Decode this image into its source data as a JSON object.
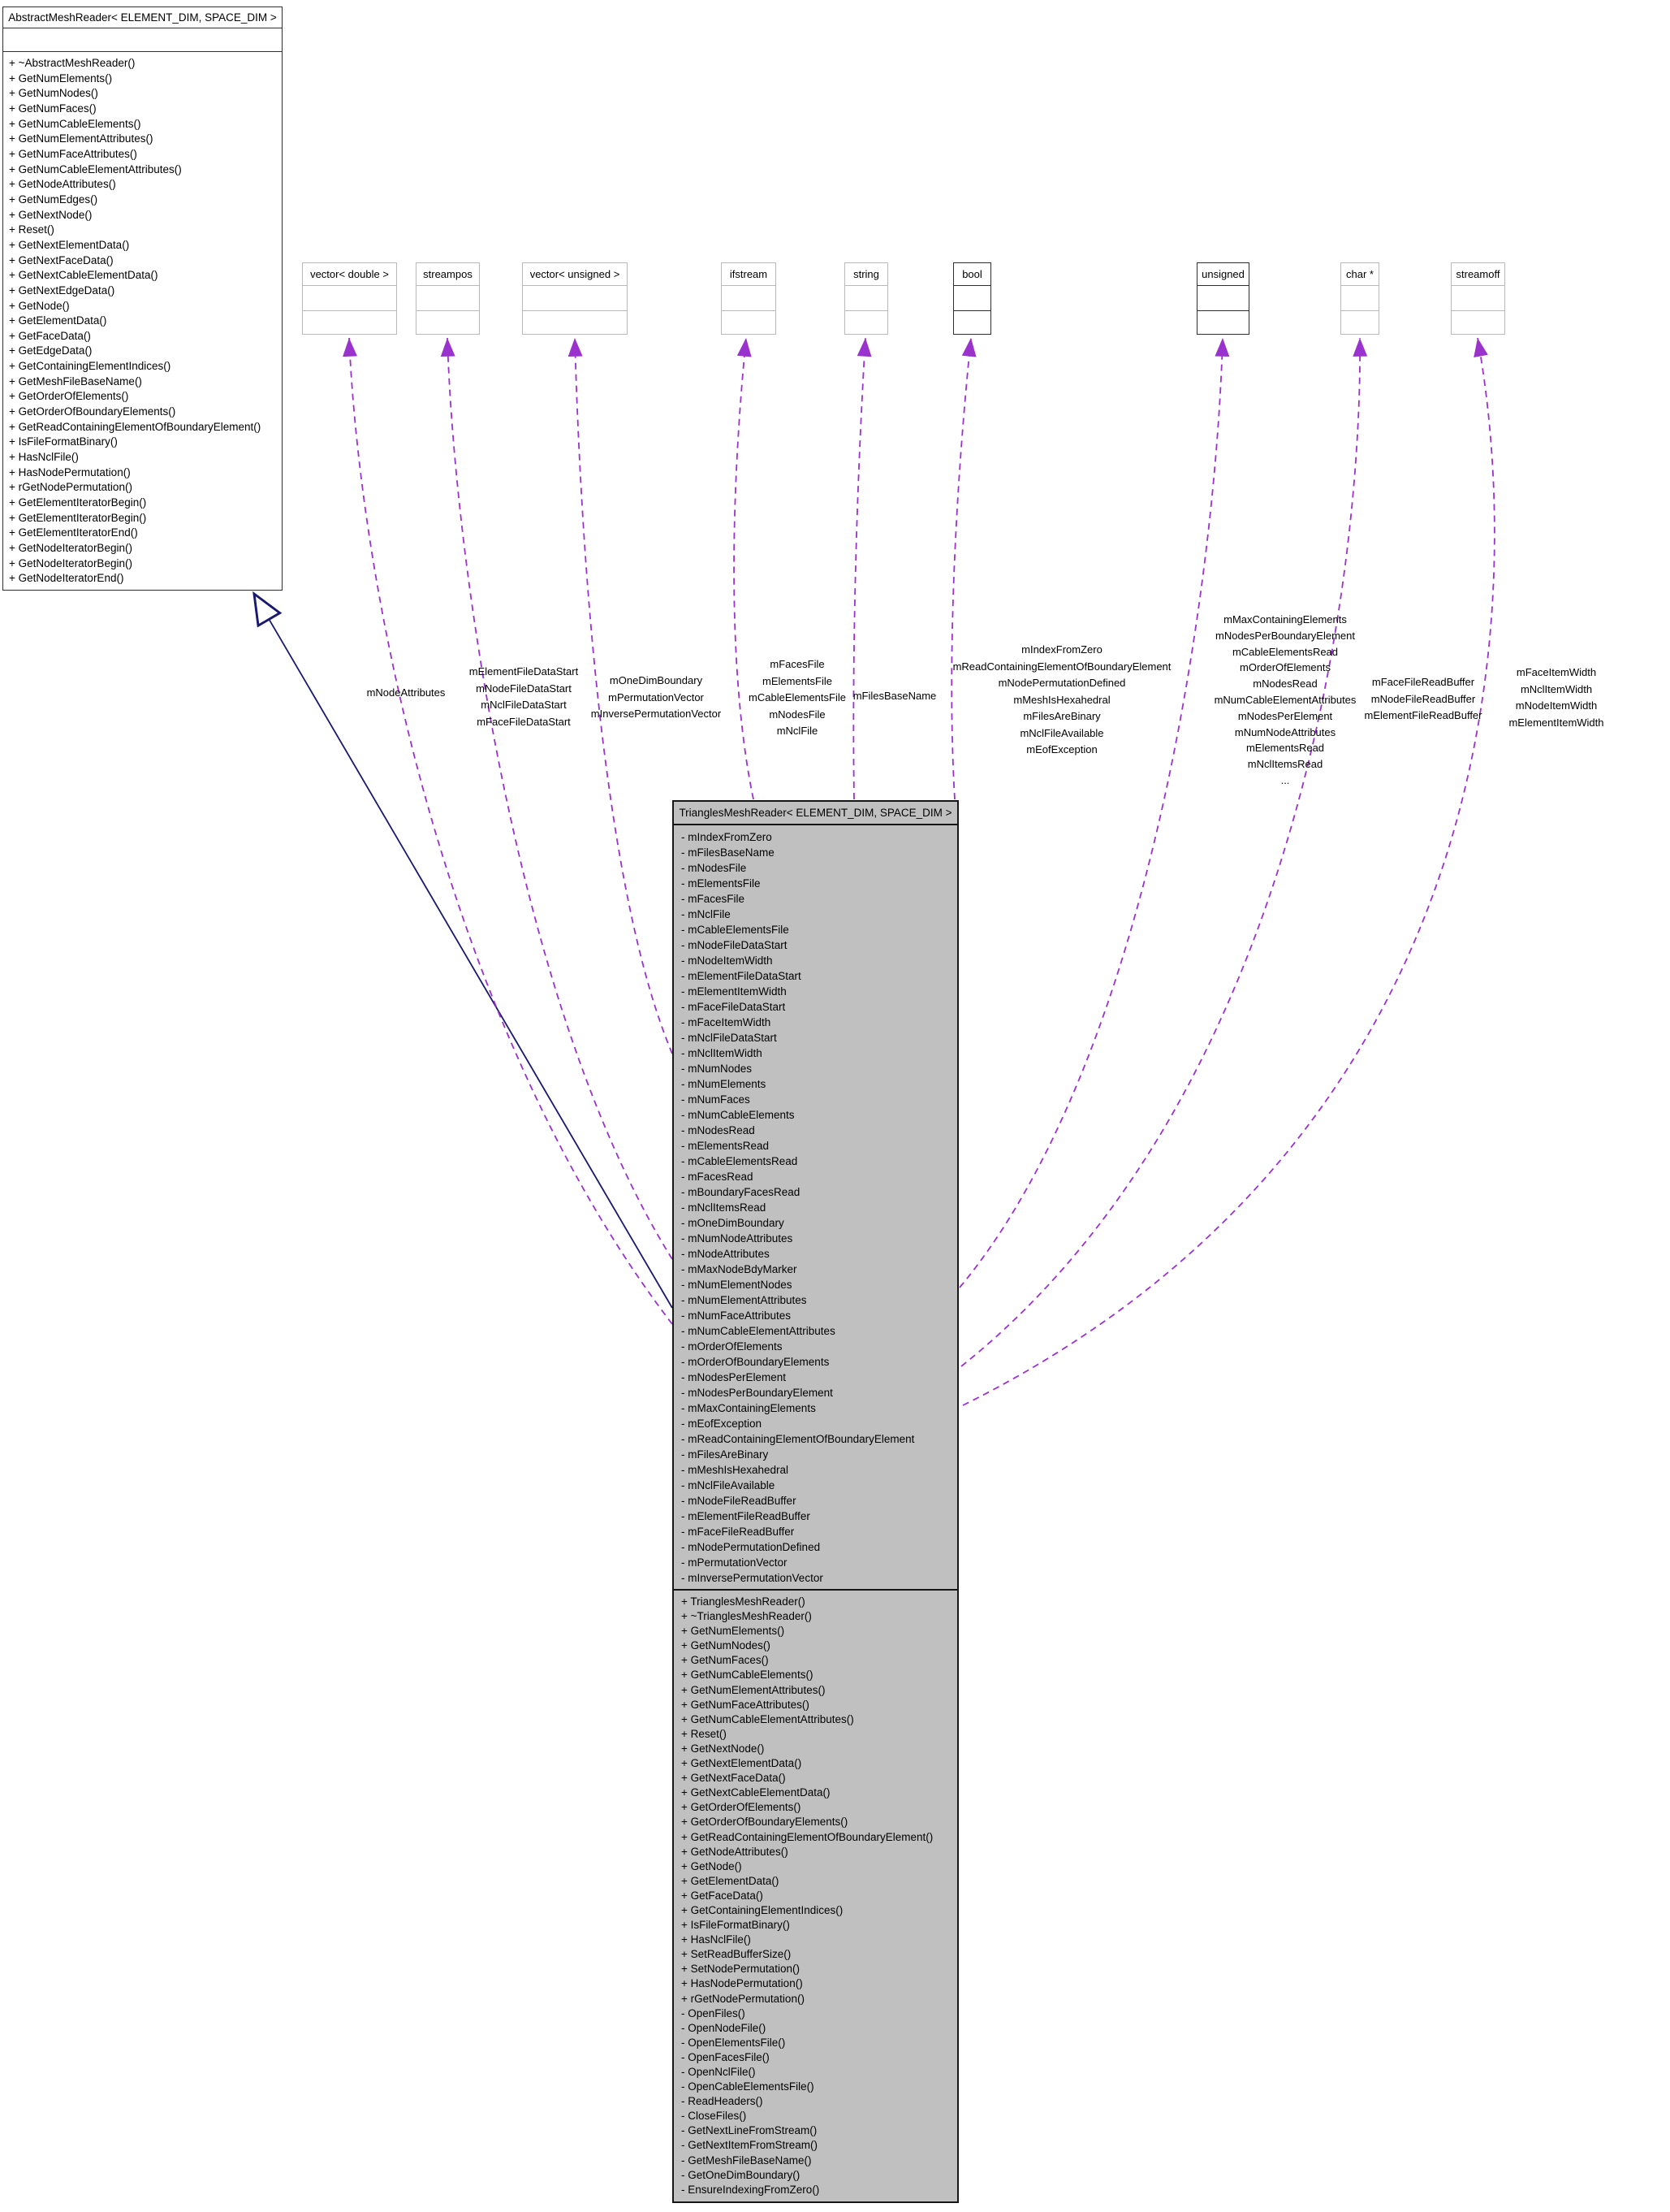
{
  "diagram": {
    "colors": {
      "usage_edge": "#9a32cd",
      "inheritance_edge": "#191970",
      "main_class_fill": "#c0c0c0",
      "type_box_border": "#b9b9b9",
      "strong_box_border": "#2e2e2e"
    },
    "base_class": {
      "title": "AbstractMeshReader< ELEMENT_DIM, SPACE_DIM >",
      "methods": [
        "+ ~AbstractMeshReader()",
        "+ GetNumElements()",
        "+ GetNumNodes()",
        "+ GetNumFaces()",
        "+ GetNumCableElements()",
        "+ GetNumElementAttributes()",
        "+ GetNumFaceAttributes()",
        "+ GetNumCableElementAttributes()",
        "+ GetNodeAttributes()",
        "+ GetNumEdges()",
        "+ GetNextNode()",
        "+ Reset()",
        "+ GetNextElementData()",
        "+ GetNextFaceData()",
        "+ GetNextCableElementData()",
        "+ GetNextEdgeData()",
        "+ GetNode()",
        "+ GetElementData()",
        "+ GetFaceData()",
        "+ GetEdgeData()",
        "+ GetContainingElementIndices()",
        "+ GetMeshFileBaseName()",
        "+ GetOrderOfElements()",
        "+ GetOrderOfBoundaryElements()",
        "+ GetReadContainingElementOfBoundaryElement()",
        "+ IsFileFormatBinary()",
        "+ HasNclFile()",
        "+ HasNodePermutation()",
        "+ rGetNodePermutation()",
        "+ GetElementIteratorBegin()",
        "+ GetElementIteratorBegin()",
        "+ GetElementIteratorEnd()",
        "+ GetNodeIteratorBegin()",
        "+ GetNodeIteratorBegin()",
        "+ GetNodeIteratorEnd()"
      ]
    },
    "main_class": {
      "title": "TrianglesMeshReader< ELEMENT_DIM, SPACE_DIM >",
      "attributes": [
        "- mIndexFromZero",
        "- mFilesBaseName",
        "- mNodesFile",
        "- mElementsFile",
        "- mFacesFile",
        "- mNclFile",
        "- mCableElementsFile",
        "- mNodeFileDataStart",
        "- mNodeItemWidth",
        "- mElementFileDataStart",
        "- mElementItemWidth",
        "- mFaceFileDataStart",
        "- mFaceItemWidth",
        "- mNclFileDataStart",
        "- mNclItemWidth",
        "- mNumNodes",
        "- mNumElements",
        "- mNumFaces",
        "- mNumCableElements",
        "- mNodesRead",
        "- mElementsRead",
        "- mCableElementsRead",
        "- mFacesRead",
        "- mBoundaryFacesRead",
        "- mNclItemsRead",
        "- mOneDimBoundary",
        "- mNumNodeAttributes",
        "- mNodeAttributes",
        "- mMaxNodeBdyMarker",
        "- mNumElementNodes",
        "- mNumElementAttributes",
        "- mNumFaceAttributes",
        "- mNumCableElementAttributes",
        "- mOrderOfElements",
        "- mOrderOfBoundaryElements",
        "- mNodesPerElement",
        "- mNodesPerBoundaryElement",
        "- mMaxContainingElements",
        "- mEofException",
        "- mReadContainingElementOfBoundaryElement",
        "- mFilesAreBinary",
        "- mMeshIsHexahedral",
        "- mNclFileAvailable",
        "- mNodeFileReadBuffer",
        "- mElementFileReadBuffer",
        "- mFaceFileReadBuffer",
        "- mNodePermutationDefined",
        "- mPermutationVector",
        "- mInversePermutationVector"
      ],
      "methods": [
        "+ TrianglesMeshReader()",
        "+ ~TrianglesMeshReader()",
        "+ GetNumElements()",
        "+ GetNumNodes()",
        "+ GetNumFaces()",
        "+ GetNumCableElements()",
        "+ GetNumElementAttributes()",
        "+ GetNumFaceAttributes()",
        "+ GetNumCableElementAttributes()",
        "+ Reset()",
        "+ GetNextNode()",
        "+ GetNextElementData()",
        "+ GetNextFaceData()",
        "+ GetNextCableElementData()",
        "+ GetOrderOfElements()",
        "+ GetOrderOfBoundaryElements()",
        "+ GetReadContainingElementOfBoundaryElement()",
        "+ GetNodeAttributes()",
        "+ GetNode()",
        "+ GetElementData()",
        "+ GetFaceData()",
        "+ GetContainingElementIndices()",
        "+ IsFileFormatBinary()",
        "+ HasNclFile()",
        "+ SetReadBufferSize()",
        "+ SetNodePermutation()",
        "+ HasNodePermutation()",
        "+ rGetNodePermutation()",
        "- OpenFiles()",
        "- OpenNodeFile()",
        "- OpenElementsFile()",
        "- OpenFacesFile()",
        "- OpenNclFile()",
        "- OpenCableElementsFile()",
        "- ReadHeaders()",
        "- CloseFiles()",
        "- GetNextLineFromStream()",
        "- GetNextItemFromStream()",
        "- GetMeshFileBaseName()",
        "- GetOneDimBoundary()",
        "- EnsureIndexingFromZero()"
      ]
    },
    "type_boxes": [
      {
        "label": "vector< double >"
      },
      {
        "label": "streampos"
      },
      {
        "label": "vector< unsigned >"
      },
      {
        "label": "ifstream"
      },
      {
        "label": "string"
      },
      {
        "label": "bool"
      },
      {
        "label": "unsigned"
      },
      {
        "label": "char *"
      },
      {
        "label": "streamoff"
      }
    ],
    "edge_labels": [
      {
        "lines": [
          "mNodeAttributes"
        ]
      },
      {
        "lines": [
          "mElementFileDataStart",
          "mNodeFileDataStart",
          "mNclFileDataStart",
          "mFaceFileDataStart"
        ]
      },
      {
        "lines": [
          "mOneDimBoundary",
          "mPermutationVector",
          "mInversePermutationVector"
        ]
      },
      {
        "lines": [
          "mFacesFile",
          "mElementsFile",
          "mCableElementsFile",
          "mNodesFile",
          "mNclFile"
        ]
      },
      {
        "lines": [
          "mFilesBaseName"
        ]
      },
      {
        "lines": [
          "mIndexFromZero",
          "mReadContainingElementOfBoundaryElement",
          "mNodePermutationDefined",
          "mMeshIsHexahedral",
          "mFilesAreBinary",
          "mNclFileAvailable",
          "mEofException"
        ]
      },
      {
        "lines": [
          "mMaxContainingElements",
          "mNodesPerBoundaryElement",
          "mCableElementsRead",
          "mOrderOfElements",
          "mNodesRead",
          "mNumCableElementAttributes",
          "mNodesPerElement",
          "mNumNodeAttributes",
          "mElementsRead",
          "mNclItemsRead",
          "..."
        ]
      },
      {
        "lines": [
          "mFaceFileReadBuffer",
          "mNodeFileReadBuffer",
          "mElementFileReadBuffer"
        ]
      },
      {
        "lines": [
          "mFaceItemWidth",
          "mNclItemWidth",
          "mNodeItemWidth",
          "mElementItemWidth"
        ]
      }
    ]
  }
}
